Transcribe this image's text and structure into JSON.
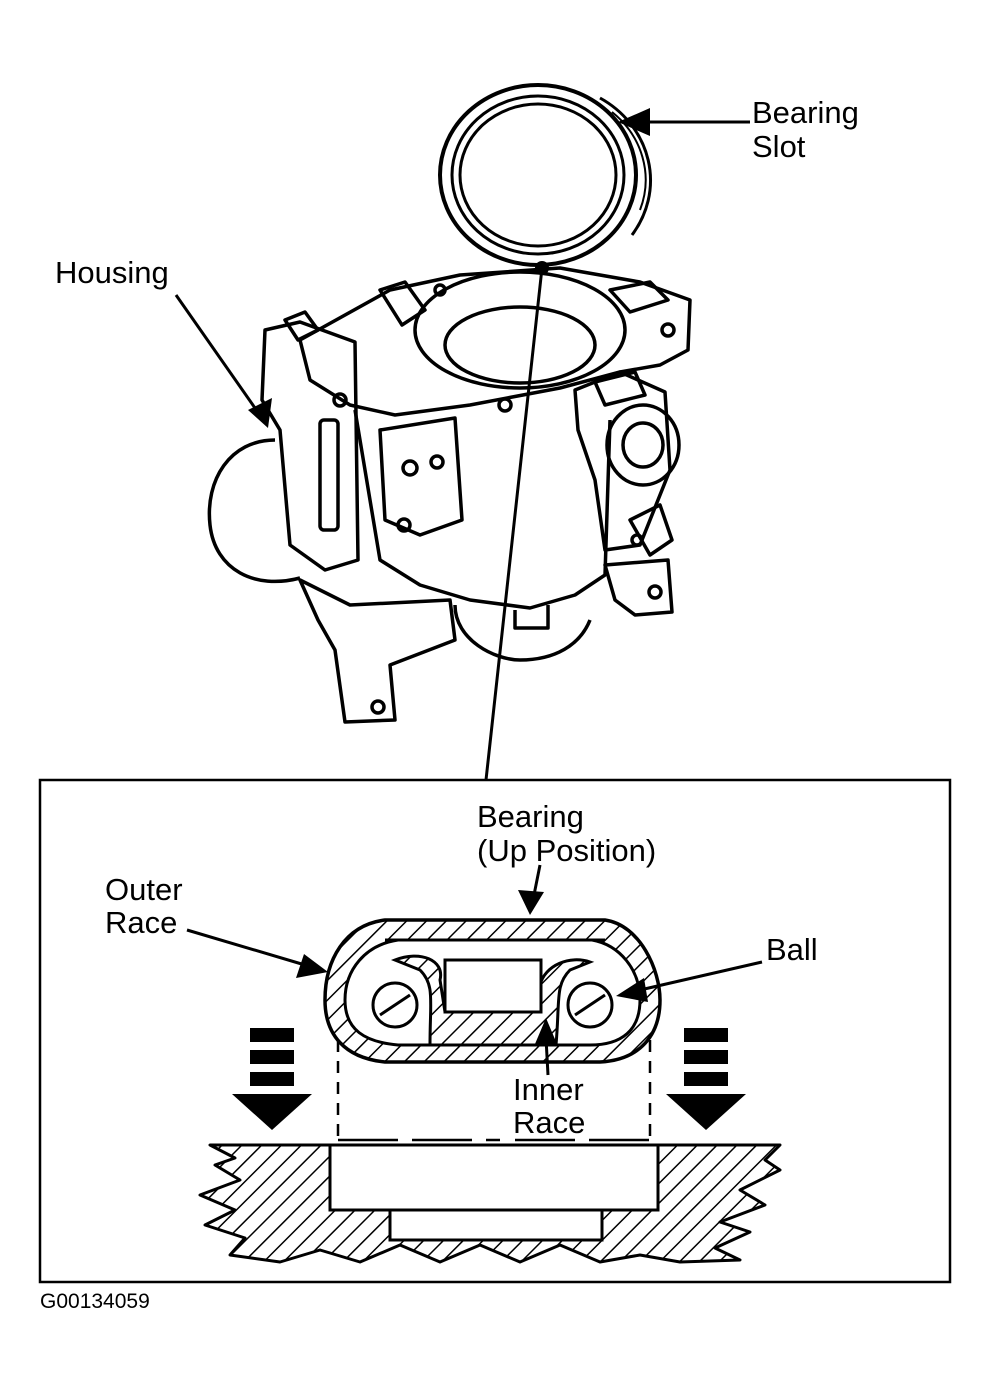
{
  "labels": {
    "bearing_slot_line1": "Bearing",
    "bearing_slot_line2": "Slot",
    "housing": "Housing",
    "bearing_line1": "Bearing",
    "bearing_line2": "(Up Position)",
    "outer_race_line1": "Outer",
    "outer_race_line2": "Race",
    "ball": "Ball",
    "inner_race_line1": "Inner",
    "inner_race_line2": "Race"
  },
  "figure_id": "G00134059"
}
